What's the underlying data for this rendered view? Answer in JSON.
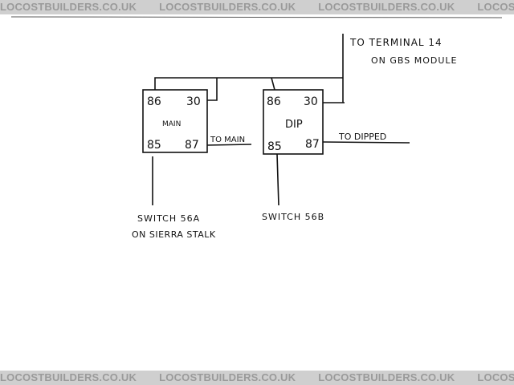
{
  "watermark": "LOCOSTBUILDERS.CO.UK",
  "relays": [
    {
      "name": "MAIN",
      "pins": {
        "top_left": "86",
        "top_right": "30",
        "bottom_left": "85",
        "bottom_right": "87"
      }
    },
    {
      "name": "DIP",
      "pins": {
        "top_left": "86",
        "top_right": "30",
        "bottom_left": "85",
        "bottom_right": "87"
      }
    }
  ],
  "labels": {
    "terminal_line1": "TO TERMINAL 14",
    "terminal_line2": "ON GBS MODULE",
    "to_main": "TO MAIN",
    "to_dipped": "TO DIPPED",
    "switch_a_line1": "SWITCH 56A",
    "switch_a_line2": "ON SIERRA STALK",
    "switch_b": "SWITCH 56B"
  },
  "colors": {
    "ink": "#111111",
    "watermark_band": "#cfcfcf"
  }
}
